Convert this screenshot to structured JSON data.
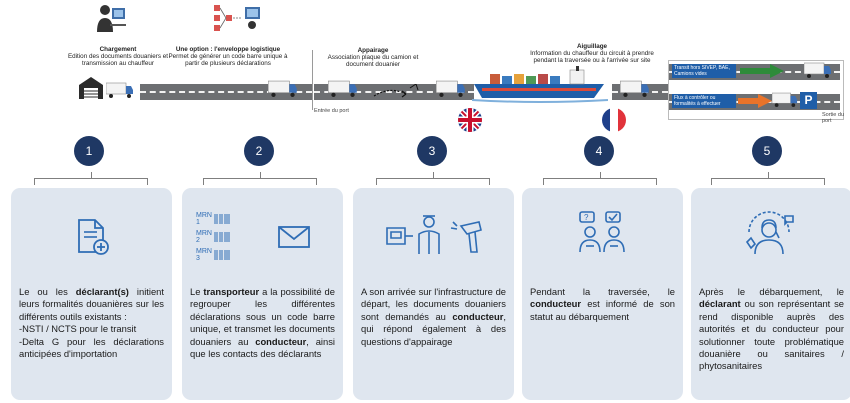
{
  "header": {
    "steps": [
      {
        "title": "Chargement",
        "desc": "Edition des documents douaniers et transmission au chauffeur"
      },
      {
        "title": "Une option : l'enveloppe logistique",
        "desc": "Permet de générer un code barre unique à partir de plusieurs déclarations"
      },
      {
        "title": "Appairage",
        "desc": "Association plaque du camion et document douanier"
      },
      {
        "title": "Aiguillage",
        "desc": "Information du chauffeur du circuit à prendre pendant la traversée ou à l'arrivée sur site"
      }
    ],
    "entree_port": "Entrée du port",
    "sortie_port": "Sortie du port",
    "green_route": "Transit hors SIVEP, BAE, Camions vides",
    "orange_route": "Flux à contrôler ou formalités à effectuer",
    "parking_letter": "P",
    "colors": {
      "green": "#2e8b3a",
      "orange": "#e8732a",
      "blue_lane": "#1f5ea8",
      "road": "#6d6f72"
    }
  },
  "timeline": {
    "nodes": [
      "1",
      "2",
      "3",
      "4",
      "5"
    ]
  },
  "cards": [
    {
      "icon": "document-add-icon",
      "paragraphs": [
        {
          "parts": [
            [
              "Le ou les ",
              false
            ],
            [
              "déclarant(s)",
              true
            ],
            [
              " initient leurs formalités douanières sur les différents outils existants :",
              false
            ]
          ]
        },
        {
          "parts": [
            [
              "-NSTI / NCTS pour le transit",
              false
            ]
          ]
        },
        {
          "parts": [
            [
              "-Delta G pour les déclarations anticipées d'importation",
              false
            ]
          ]
        }
      ]
    },
    {
      "icon": "mrn-envelope-icon",
      "mrn_labels": [
        "MRN 1",
        "MRN 2",
        "MRN 3"
      ],
      "paragraphs": [
        {
          "parts": [
            [
              "Le ",
              false
            ],
            [
              "transporteur",
              true
            ],
            [
              " a la possibilité de regrouper les différentes déclarations sous un code barre unique, et transmet les documents douaniers au ",
              false
            ],
            [
              "conducteur",
              true
            ],
            [
              ", ainsi que les contacts des déclarants",
              false
            ]
          ]
        }
      ]
    },
    {
      "icon": "officer-scanner-icon",
      "paragraphs": [
        {
          "parts": [
            [
              "A son arrivée sur l'infrastructure de départ, les documents douaniers sont demandés au ",
              false
            ],
            [
              "conducteur",
              true
            ],
            [
              ", qui répond également à des questions d'appairage",
              false
            ]
          ]
        }
      ]
    },
    {
      "icon": "people-chat-icon",
      "paragraphs": [
        {
          "parts": [
            [
              "Pendant la traversée, le ",
              false
            ],
            [
              "conducteur",
              true
            ],
            [
              " est informé de son statut au débarquement",
              false
            ]
          ]
        }
      ]
    },
    {
      "icon": "support-agent-icon",
      "paragraphs": [
        {
          "parts": [
            [
              "Après le débarquement, le ",
              false
            ],
            [
              "déclarant",
              true
            ],
            [
              " ou son représentant se rend disponible auprès des autorités et du conducteur pour solutionner toute problématique douanière ou sanitaires / phytosanitaires",
              false
            ]
          ]
        }
      ]
    }
  ]
}
